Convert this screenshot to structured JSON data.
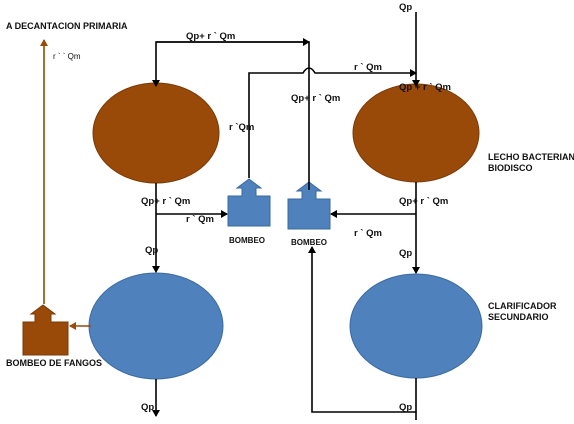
{
  "labels": {
    "decantacion": "A DECANTACION PRIMARIA",
    "recirc_fangos": "r ` ` Qm",
    "bombeo_fangos": "BOMBEO DE FANGOS",
    "bombeo_1": "BOMBEO",
    "bombeo_2": "BOMBEO",
    "lecho_line1": "LECHO BACTERIANO",
    "lecho_line2": "BIODISCO",
    "clarificador_line1": "CLARIFICADOR",
    "clarificador_line2": "SECUNDARIO"
  },
  "flows": {
    "qp_top": "Qp",
    "top_line": "Qp+ r ` Qm",
    "cross_line": "r ` Qm",
    "riser_right": "Qp+ r ` Qm",
    "into_lecho": "Qp + r ` Qm",
    "riser_left": "r `Qm",
    "out_left_tank": "Qp+ r ` Qm",
    "to_pump_left": "r ` Qm",
    "qp_left_down": "Qp",
    "out_lecho": "Qp+ r ` Qm",
    "to_pump_right": "r ` Qm",
    "qp_right_down": "Qp",
    "qp_bottom_left": "Qp",
    "qp_bottom_right": "Qp"
  },
  "colors": {
    "brown": "#9A4A08",
    "blue": "#4F81BD",
    "line": "#000000"
  }
}
